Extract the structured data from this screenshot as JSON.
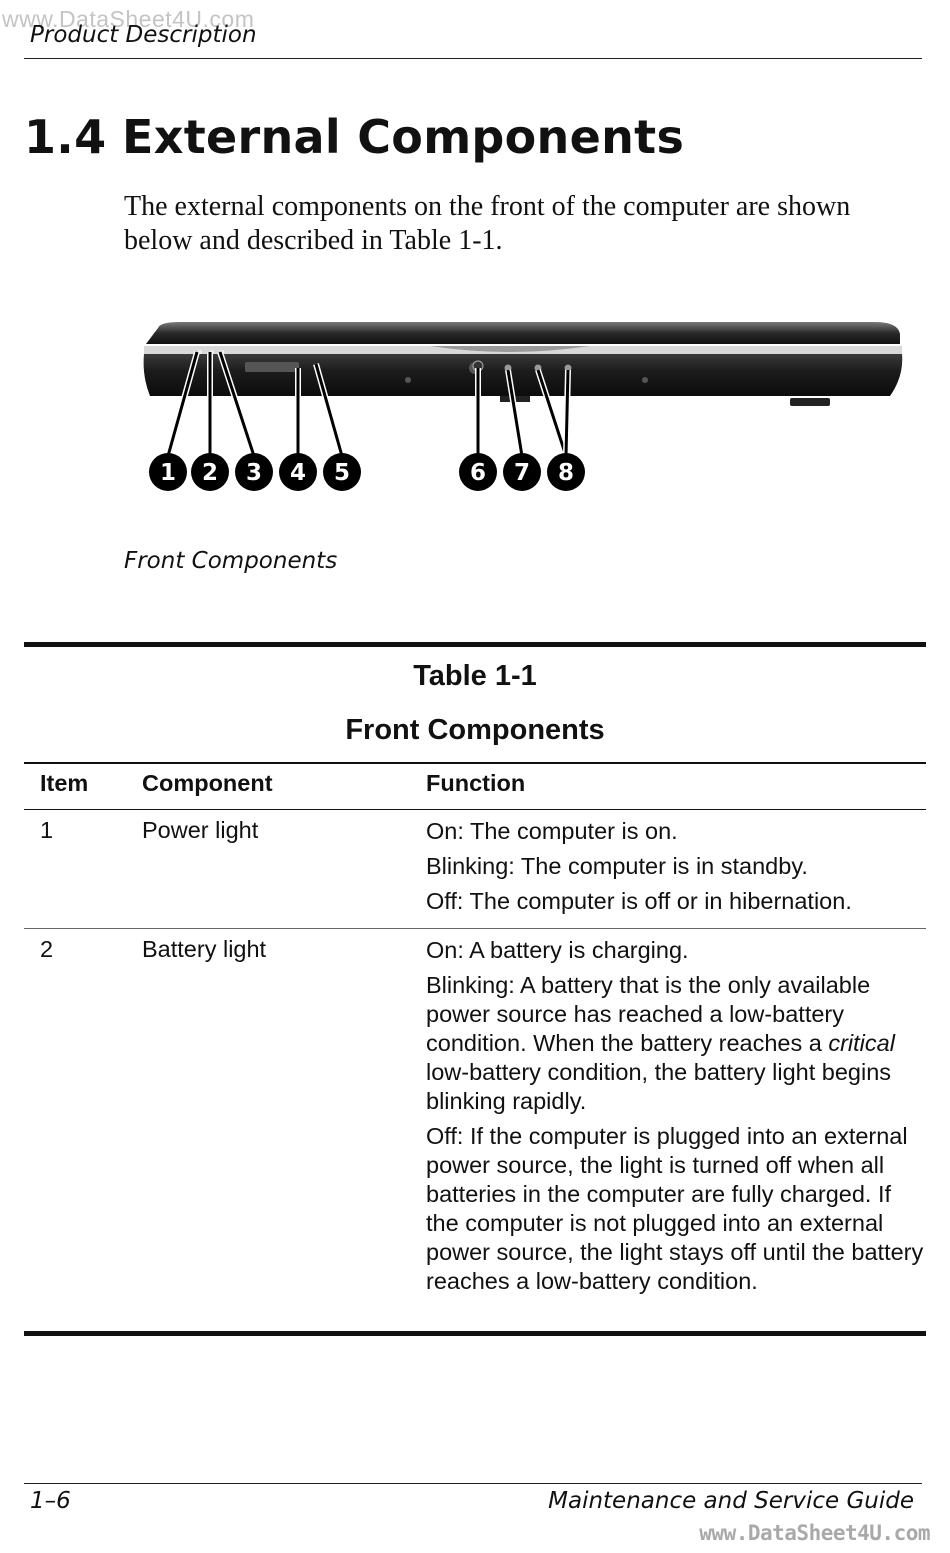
{
  "watermarks": {
    "top": "www.DataSheet4U.com",
    "bottom": "www.DataSheet4U.com"
  },
  "running_head": "Product Description",
  "section": {
    "number": "1.4",
    "title": "External Components"
  },
  "intro": "The external components on the front of the computer are shown below and described in Table 1-1.",
  "figure": {
    "caption": "Front Components",
    "callouts": [
      "1",
      "2",
      "3",
      "4",
      "5",
      "6",
      "7",
      "8"
    ]
  },
  "table": {
    "number": "Table 1-1",
    "title": "Front Components",
    "headers": {
      "item": "Item",
      "component": "Component",
      "function": "Function"
    },
    "rows": [
      {
        "item": "1",
        "component": "Power light",
        "function": [
          "On: The computer is on.",
          "Blinking: The computer is in standby.",
          "Off: The computer is off or in hibernation."
        ]
      },
      {
        "item": "2",
        "component": "Battery light",
        "function_1": "On: A battery is charging.",
        "function_2_pre": "Blinking: A battery that is the only available power source has reached a low-battery condition. When the battery reaches a ",
        "function_2_em": "critical",
        "function_2_post": " low-battery condition, the battery light begins blinking rapidly.",
        "function_3": "Off: If the computer is plugged into an external power source, the light is turned off when all batteries in the computer are fully charged. If the computer is not plugged into an external power source, the light stays off until the battery reaches a low-battery condition."
      }
    ]
  },
  "footer": {
    "page": "1–6",
    "guide": "Maintenance and Service Guide"
  }
}
